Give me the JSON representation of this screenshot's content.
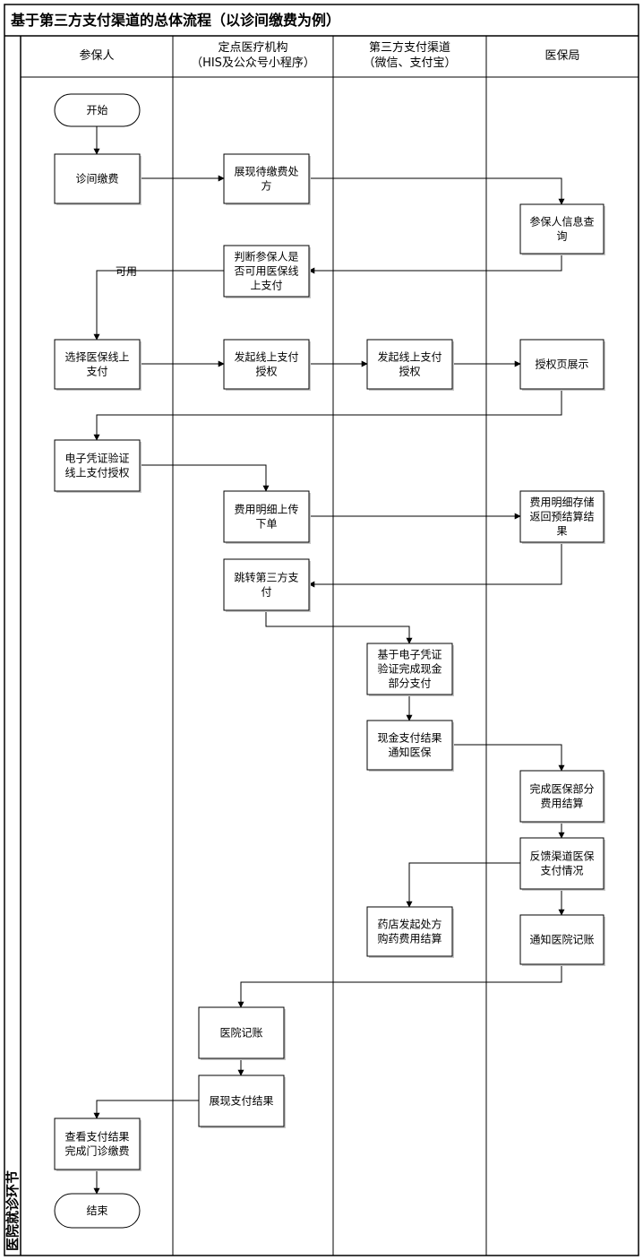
{
  "title": "基于第三方支付渠道的总体流程（以诊间缴费为例）",
  "side_label": "医院就诊环节",
  "lanes": [
    {
      "id": "patient",
      "lines": [
        "参保人"
      ]
    },
    {
      "id": "hospital",
      "lines": [
        "定点医疗机构",
        "（HIS及公众号小程序）"
      ]
    },
    {
      "id": "thirdparty",
      "lines": [
        "第三方支付渠道",
        "（微信、支付宝）"
      ]
    },
    {
      "id": "bureau",
      "lines": [
        "医保局"
      ]
    }
  ],
  "nodes": [
    {
      "id": "start",
      "shape": "terminal",
      "lines": [
        "开始"
      ]
    },
    {
      "id": "n1",
      "shape": "process",
      "lines": [
        "诊间缴费"
      ]
    },
    {
      "id": "n2",
      "shape": "process",
      "lines": [
        "展现待缴费处",
        "方"
      ]
    },
    {
      "id": "n3",
      "shape": "process",
      "lines": [
        "参保人信息查",
        "询"
      ]
    },
    {
      "id": "n4",
      "shape": "process",
      "lines": [
        "判断参保人是",
        "否可用医保线",
        "上支付"
      ]
    },
    {
      "id": "n5",
      "shape": "process",
      "lines": [
        "选择医保线上",
        "支付"
      ]
    },
    {
      "id": "n6",
      "shape": "process",
      "lines": [
        "发起线上支付",
        "授权"
      ]
    },
    {
      "id": "n7",
      "shape": "process",
      "lines": [
        "发起线上支付",
        "授权"
      ]
    },
    {
      "id": "n8",
      "shape": "process",
      "lines": [
        "授权页展示"
      ]
    },
    {
      "id": "n9",
      "shape": "process",
      "lines": [
        "电子凭证验证",
        "线上支付授权"
      ]
    },
    {
      "id": "n10",
      "shape": "process",
      "lines": [
        "费用明细上传",
        "下单"
      ]
    },
    {
      "id": "n11",
      "shape": "process",
      "lines": [
        "费用明细存储",
        "返回预结算结",
        "果"
      ]
    },
    {
      "id": "n12",
      "shape": "process",
      "lines": [
        "跳转第三方支",
        "付"
      ]
    },
    {
      "id": "n13",
      "shape": "process",
      "lines": [
        "基于电子凭证",
        "验证完成现金",
        "部分支付"
      ]
    },
    {
      "id": "n14",
      "shape": "process",
      "lines": [
        "现金支付结果",
        "通知医保"
      ]
    },
    {
      "id": "n15",
      "shape": "process",
      "lines": [
        "完成医保部分",
        "费用结算"
      ]
    },
    {
      "id": "n16",
      "shape": "process",
      "lines": [
        "反馈渠道医保",
        "支付情况"
      ]
    },
    {
      "id": "n17",
      "shape": "process",
      "lines": [
        "药店发起处方",
        "购药费用结算"
      ]
    },
    {
      "id": "n18",
      "shape": "process",
      "lines": [
        "通知医院记账"
      ]
    },
    {
      "id": "n19",
      "shape": "process",
      "lines": [
        "医院记账"
      ]
    },
    {
      "id": "n20",
      "shape": "process",
      "lines": [
        "展现支付结果"
      ]
    },
    {
      "id": "n21",
      "shape": "process",
      "lines": [
        "查看支付结果",
        "完成门诊缴费"
      ]
    },
    {
      "id": "end",
      "shape": "terminal",
      "lines": [
        "结束"
      ]
    }
  ],
  "edges": [
    {
      "from": "start",
      "to": "n1"
    },
    {
      "from": "n1",
      "to": "n2"
    },
    {
      "from": "n2",
      "to": "n3"
    },
    {
      "from": "n3",
      "to": "n4"
    },
    {
      "from": "n4",
      "to": "n5",
      "label": "可用"
    },
    {
      "from": "n5",
      "to": "n6"
    },
    {
      "from": "n6",
      "to": "n7"
    },
    {
      "from": "n7",
      "to": "n8"
    },
    {
      "from": "n8",
      "to": "n9"
    },
    {
      "from": "n9",
      "to": "n10"
    },
    {
      "from": "n10",
      "to": "n11"
    },
    {
      "from": "n11",
      "to": "n12"
    },
    {
      "from": "n12",
      "to": "n13"
    },
    {
      "from": "n13",
      "to": "n14"
    },
    {
      "from": "n14",
      "to": "n15"
    },
    {
      "from": "n15",
      "to": "n16"
    },
    {
      "from": "n16",
      "to": "n17"
    },
    {
      "from": "n16",
      "to": "n18"
    },
    {
      "from": "n18",
      "to": "n19"
    },
    {
      "from": "n19",
      "to": "n20"
    },
    {
      "from": "n20",
      "to": "n21"
    },
    {
      "from": "n21",
      "to": "end"
    }
  ]
}
